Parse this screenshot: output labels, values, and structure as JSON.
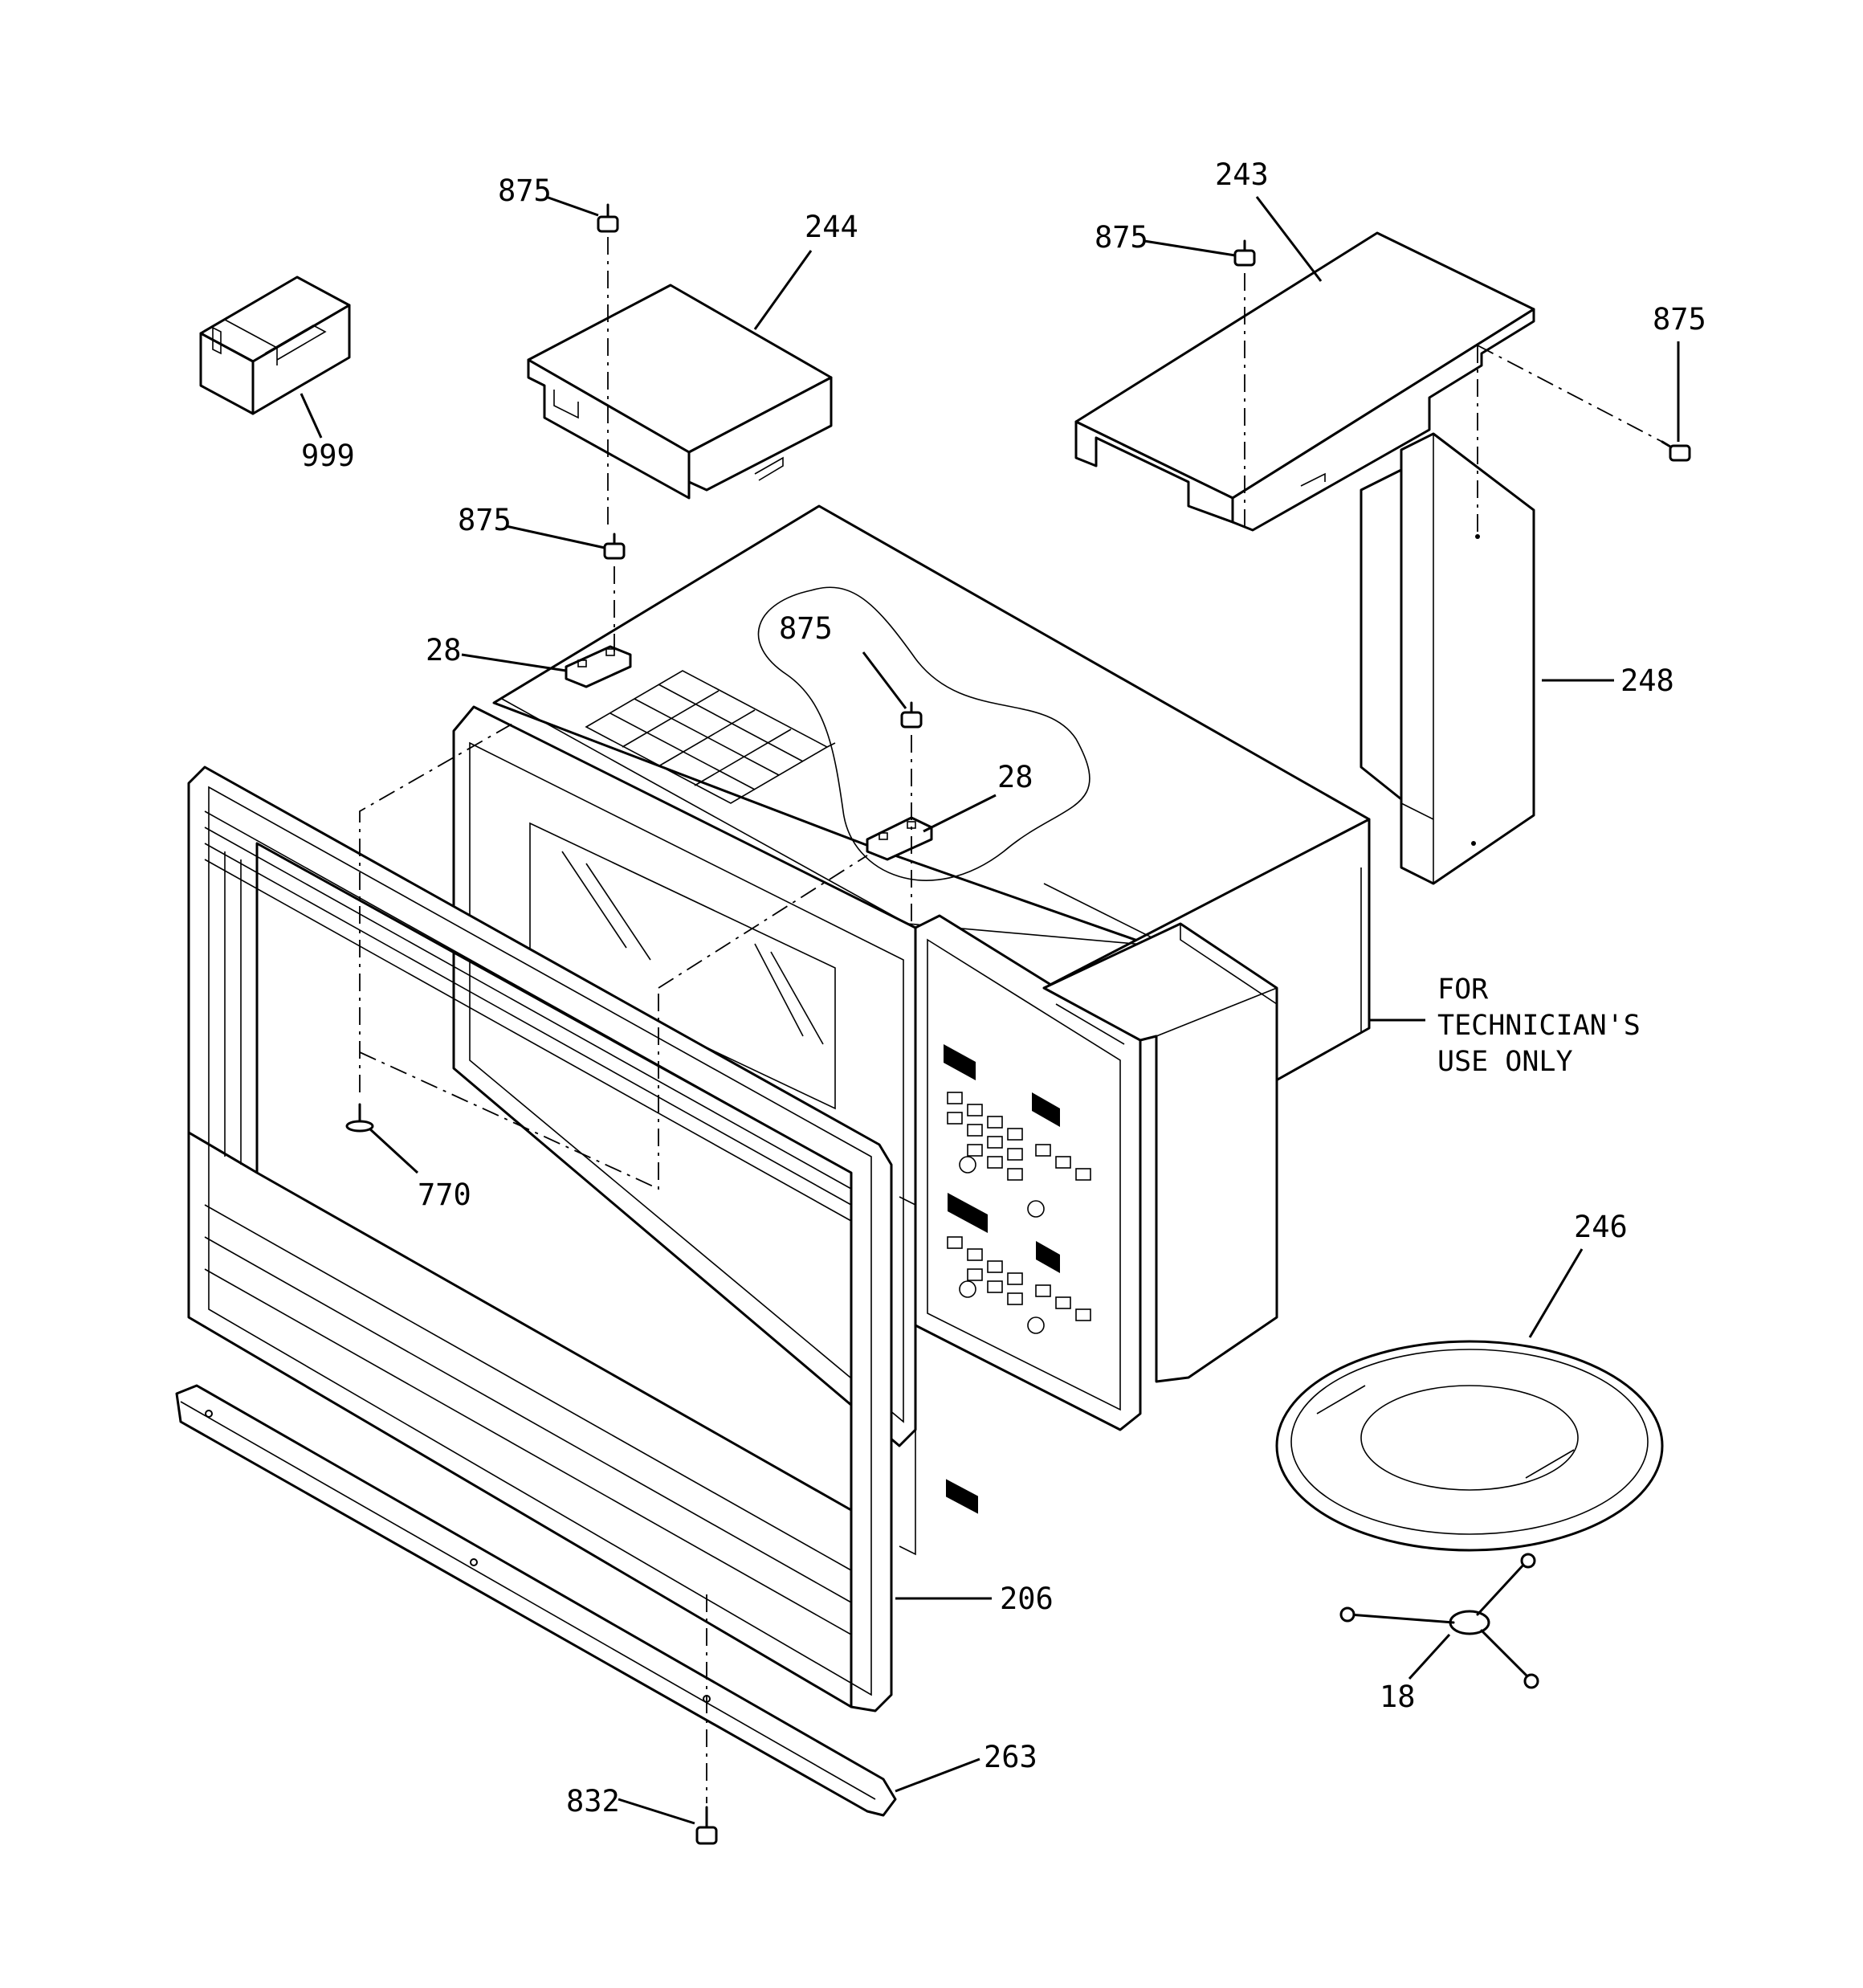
{
  "labels": {
    "p875_top": "875",
    "p244": "244",
    "p999": "999",
    "p875_mid": "875",
    "p28_left": "28",
    "p875_circle": "875",
    "p28_right": "28",
    "p243": "243",
    "p875_243": "875",
    "p875_right": "875",
    "p248": "248",
    "p770": "770",
    "p246": "246",
    "p206": "206",
    "p18": "18",
    "p263": "263",
    "p832": "832"
  },
  "note": {
    "line1": "FOR",
    "line2": "TECHNICIAN'S",
    "line3": "USE ONLY"
  },
  "icons": [
    "carton-box-icon",
    "screw-icon",
    "turntable-tray-icon",
    "roller-support-icon"
  ]
}
